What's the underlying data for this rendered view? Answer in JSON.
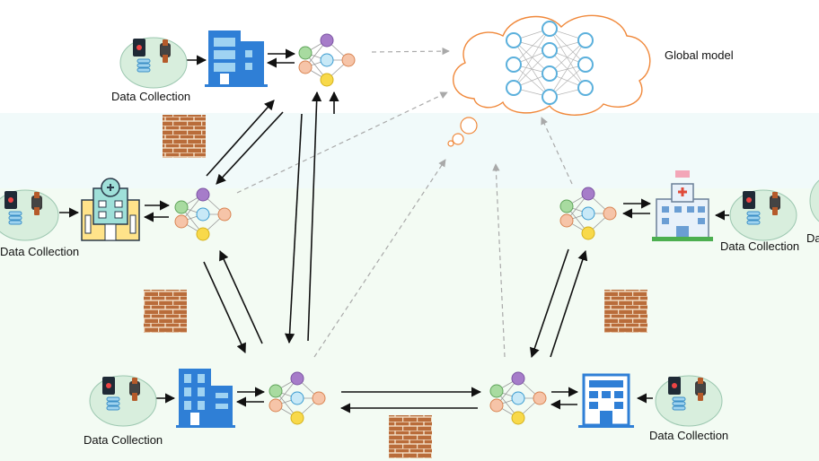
{
  "global": {
    "label": "Global model"
  },
  "labels": {
    "top": "Data Collection",
    "left": "Data Collection",
    "right": "Data Collection",
    "bottom_left": "Data Collection",
    "bottom_right": "Data Collection",
    "right_edge_fragment": "Da"
  },
  "colors": {
    "band_top": "#f1fafa",
    "band_bottom": "#f3fbf3",
    "cloud_stroke": "#f0883a",
    "node_blue": "#5bb0dc",
    "node_purple": "#a67cc9",
    "node_green": "#8fd08a",
    "node_orange": "#f2a37a",
    "node_yellow": "#f8d94a",
    "brick": "#b86b3a",
    "building_blue": "#2f7fd6"
  }
}
